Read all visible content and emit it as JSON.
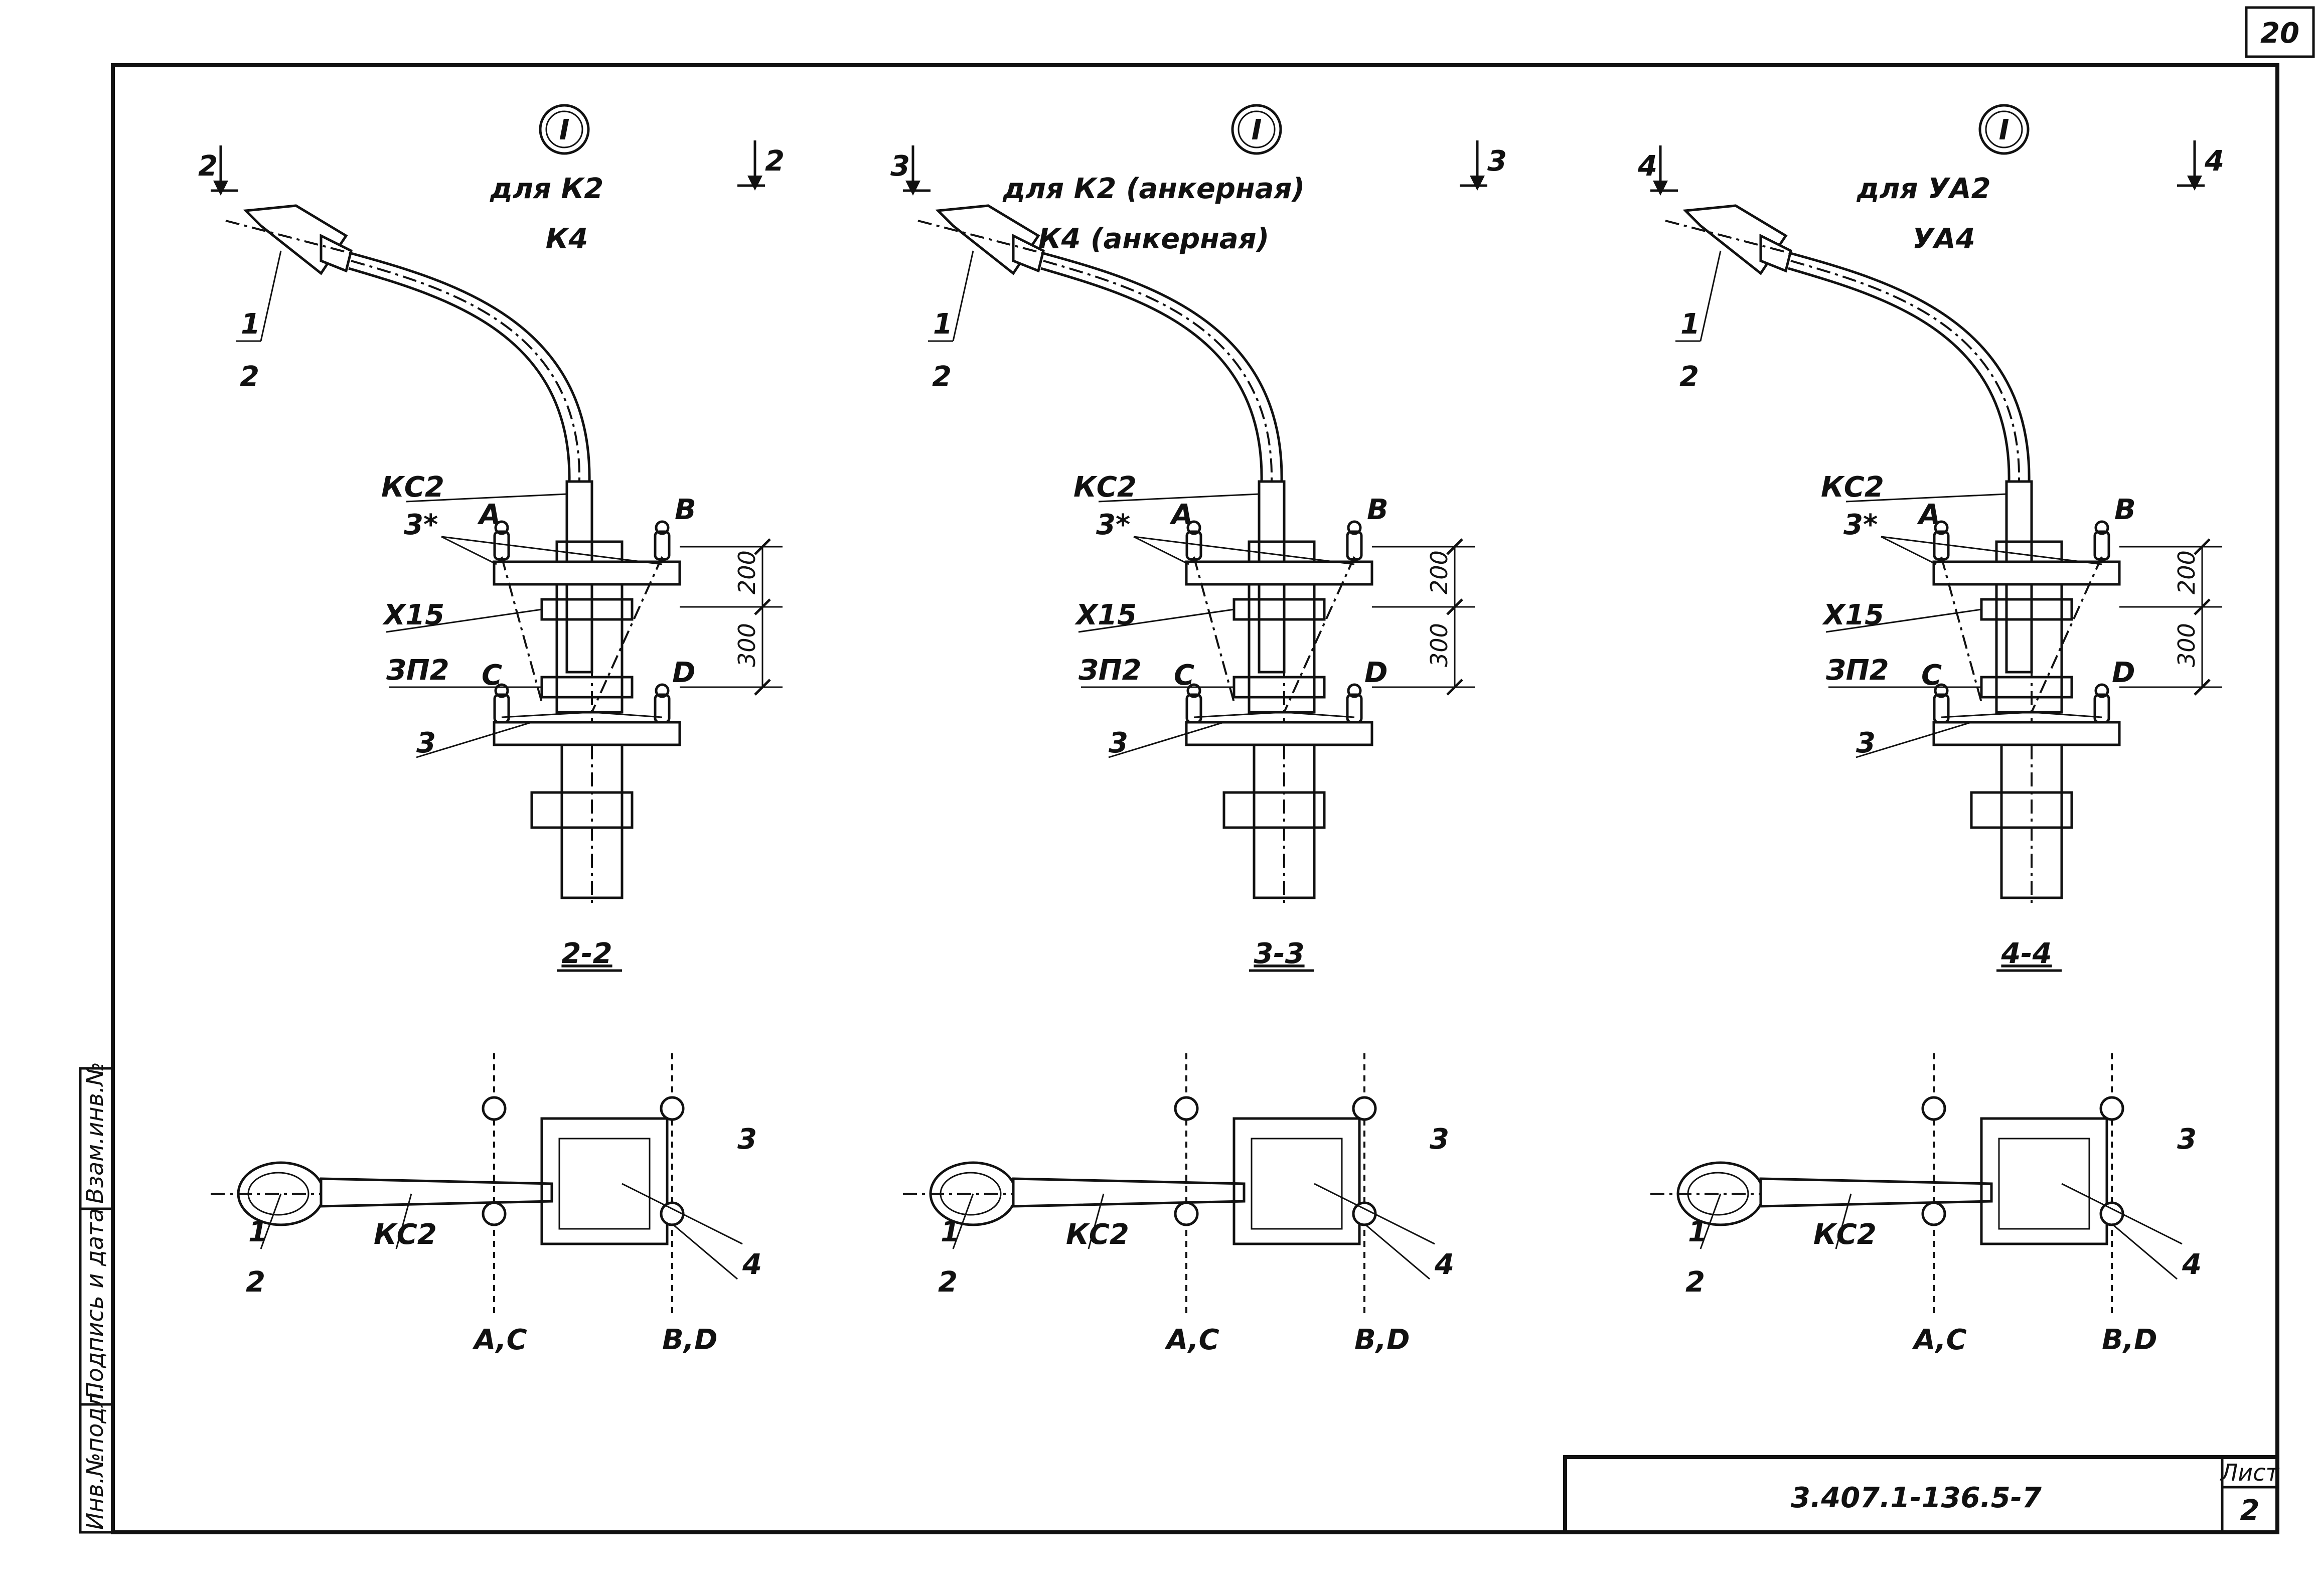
{
  "sheet": {
    "page_number": "20",
    "document_code": "3.407.1-136.5-7",
    "sheet_label": "Лист",
    "sheet_number": "2",
    "side_stamp": {
      "inv_no": "Инв.№подл.",
      "signature_date": "Подпись и дата",
      "replace_inv": "Взам.инв.№"
    }
  },
  "views": [
    {
      "id": "view-2",
      "node_mark": "I",
      "cut_label": "2",
      "caption_line1": "для  К2",
      "caption_line2": "К4",
      "section_title": "2-2",
      "labels": {
        "item1": "1",
        "item2": "2",
        "ks2": "КС2",
        "item3star": "3*",
        "a": "А",
        "b": "В",
        "c": "С",
        "d": "D",
        "x15": "Х15",
        "zp2": "ЗП2",
        "item3": "3",
        "dim_upper": "200",
        "dim_lower": "300"
      },
      "plan_labels": {
        "item1": "1",
        "item2": "2",
        "ks2": "КС2",
        "item3": "3",
        "item4": "4",
        "ac": "А,С",
        "bd": "В,D"
      }
    },
    {
      "id": "view-3",
      "node_mark": "I",
      "cut_label": "3",
      "caption_line1": "для  К2  (анкерная)",
      "caption_line2": "К4  (анкерная)",
      "section_title": "3-3",
      "labels": {
        "item1": "1",
        "item2": "2",
        "ks2": "КС2",
        "item3star": "3*",
        "a": "А",
        "b": "В",
        "c": "С",
        "d": "D",
        "x15": "Х15",
        "zp2": "ЗП2",
        "item3": "3",
        "dim_upper": "200",
        "dim_lower": "300"
      },
      "plan_labels": {
        "item1": "1",
        "item2": "2",
        "ks2": "КС2",
        "item3": "3",
        "item4": "4",
        "ac": "А,С",
        "bd": "В,D"
      }
    },
    {
      "id": "view-4",
      "node_mark": "I",
      "cut_label": "4",
      "caption_line1": "для  УА2",
      "caption_line2": "УА4",
      "section_title": "4-4",
      "labels": {
        "item1": "1",
        "item2": "2",
        "ks2": "КС2",
        "item3star": "3*",
        "a": "А",
        "b": "В",
        "c": "С",
        "d": "D",
        "x15": "Х15",
        "zp2": "ЗП2",
        "item3": "3",
        "dim_upper": "200",
        "dim_lower": "300"
      },
      "plan_labels": {
        "item1": "1",
        "item2": "2",
        "ks2": "КС2",
        "item3": "3",
        "item4": "4",
        "ac": "А,С",
        "bd": "В,D"
      }
    }
  ]
}
